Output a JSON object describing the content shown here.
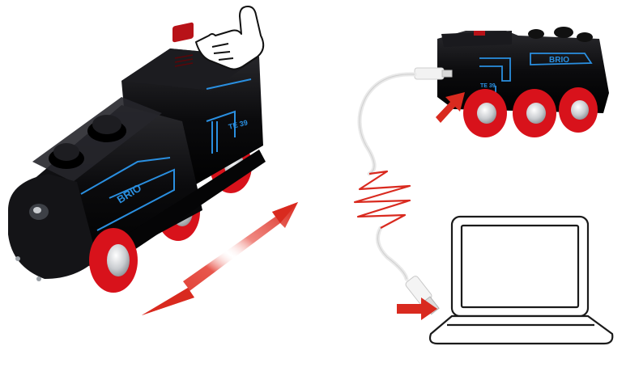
{
  "product": {
    "brand_large": "BRIO",
    "brand_small": "BRIO",
    "model_large": "TE 39",
    "model_small": "TE 39"
  },
  "colors": {
    "body": "#0b0b0d",
    "trim": "#2a8fe0",
    "wheel": "#d8121b",
    "hub": "#cfd3d6",
    "arrow": "#d92a1f",
    "cable": "#e9e9e9",
    "laptop_outline": "#1a1a1a"
  },
  "icons": {
    "hand": "pointing-hand-icon",
    "push_arrow": "double-arrow-icon",
    "charge_arrow": "charge-port-arrow-icon",
    "laptop": "laptop-icon",
    "usb_arrow": "usb-port-arrow-icon",
    "wave": "zigzag-signal-icon"
  }
}
